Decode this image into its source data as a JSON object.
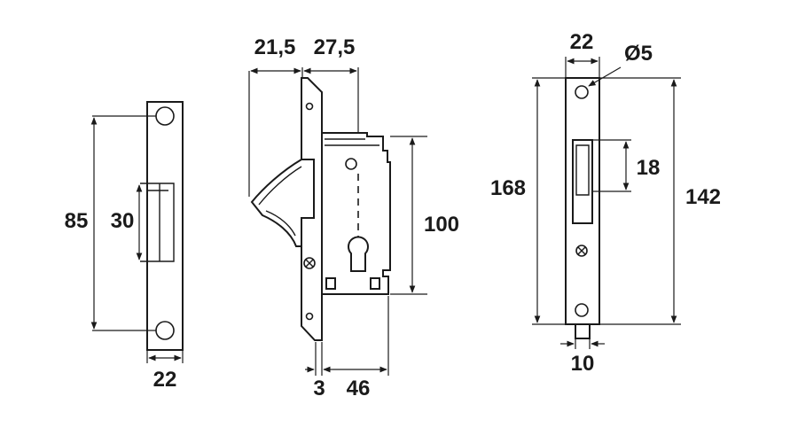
{
  "diagram": {
    "striker_plate": {
      "height_label": "85",
      "opening_label": "30",
      "width_label": "22"
    },
    "side_view": {
      "hook_reach_label": "21,5",
      "backset_label": "27,5",
      "body_height_label": "100",
      "faceplate_thickness_label": "3",
      "case_depth_label": "46"
    },
    "front_view": {
      "faceplate_width_label": "22",
      "hole_diameter_label": "Ø5",
      "faceplate_length_label": "168",
      "hook_opening_label": "18",
      "screw_spacing_label": "142",
      "bolt_width_label": "10"
    }
  }
}
